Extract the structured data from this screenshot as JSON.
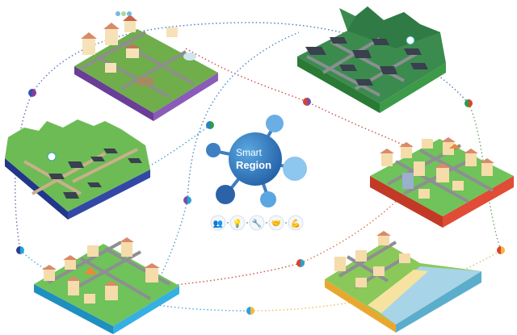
{
  "diagram": {
    "title_line1": "Smart",
    "title_line2": "Region",
    "hub_color": "#2f7fc4",
    "satellite_colors": [
      "#6aaee6",
      "#8dc6ee",
      "#3e7fc2",
      "#2c62a8",
      "#5aa6e0"
    ],
    "legend_icons": [
      {
        "name": "people-icon",
        "glyph": "👥"
      },
      {
        "name": "lightbulb-icon",
        "glyph": "💡"
      },
      {
        "name": "tools-icon",
        "glyph": "🔧"
      },
      {
        "name": "handshake-icon",
        "glyph": "🤝"
      },
      {
        "name": "strength-icon",
        "glyph": "💪"
      }
    ],
    "tiles": [
      {
        "id": "suburban-park",
        "base_color": "#7a4fa8",
        "top_color": "#6fae4a"
      },
      {
        "id": "mountain-village-dark",
        "base_color": "#2e8a3c",
        "top_color": "#3c8b4e"
      },
      {
        "id": "mountain-village-blue",
        "base_color": "#2c3f96",
        "top_color": "#6dbb55"
      },
      {
        "id": "city-red",
        "base_color": "#d8432e",
        "top_color": "#6fc35a"
      },
      {
        "id": "town-cyan",
        "base_color": "#2aa2d6",
        "top_color": "#6fc35a"
      },
      {
        "id": "coastal-beach",
        "base_color": "#f1b840",
        "top_color": "#8ac85a"
      }
    ],
    "connector_dots": [
      {
        "colors": [
          "#3b4fb0",
          "#8b3a9e"
        ]
      },
      {
        "colors": [
          "#2c7fc6",
          "#2a9e4a"
        ]
      },
      {
        "colors": [
          "#d8432e",
          "#7a4fa8"
        ]
      },
      {
        "colors": [
          "#2a9e4a",
          "#d8432e"
        ]
      },
      {
        "colors": [
          "#7a4fa8",
          "#2aa2d6"
        ]
      },
      {
        "colors": [
          "#2c3f96",
          "#2aa2d6"
        ]
      },
      {
        "colors": [
          "#d8432e",
          "#2aa2d6"
        ]
      },
      {
        "colors": [
          "#2aa2d6",
          "#f1b840"
        ]
      },
      {
        "colors": [
          "#d8432e",
          "#f1b840"
        ]
      }
    ]
  }
}
